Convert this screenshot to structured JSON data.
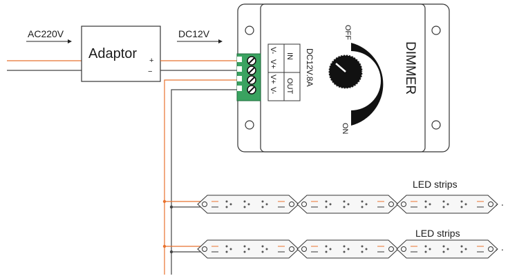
{
  "inputs": {
    "ac_label": "AC220V",
    "dc_label": "DC12V"
  },
  "adaptor": {
    "label": "Adaptor",
    "plus": "+",
    "minus": "−"
  },
  "dimmer": {
    "title": "DIMMER",
    "rating": "DC12V.8A",
    "knob_off": "OFF",
    "knob_on": "ON",
    "terminal_in": "IN",
    "terminal_out": "OUT",
    "pin_labels": [
      "V-",
      "V+",
      "V+",
      "V-"
    ]
  },
  "strips": [
    {
      "label": "LED strips",
      "continuation": "· ·"
    },
    {
      "label": "LED strips",
      "continuation": "· ·"
    }
  ],
  "colors": {
    "positive_wire": "#e8722e",
    "negative_wire": "#444444",
    "terminal_block": "#3aa360"
  }
}
